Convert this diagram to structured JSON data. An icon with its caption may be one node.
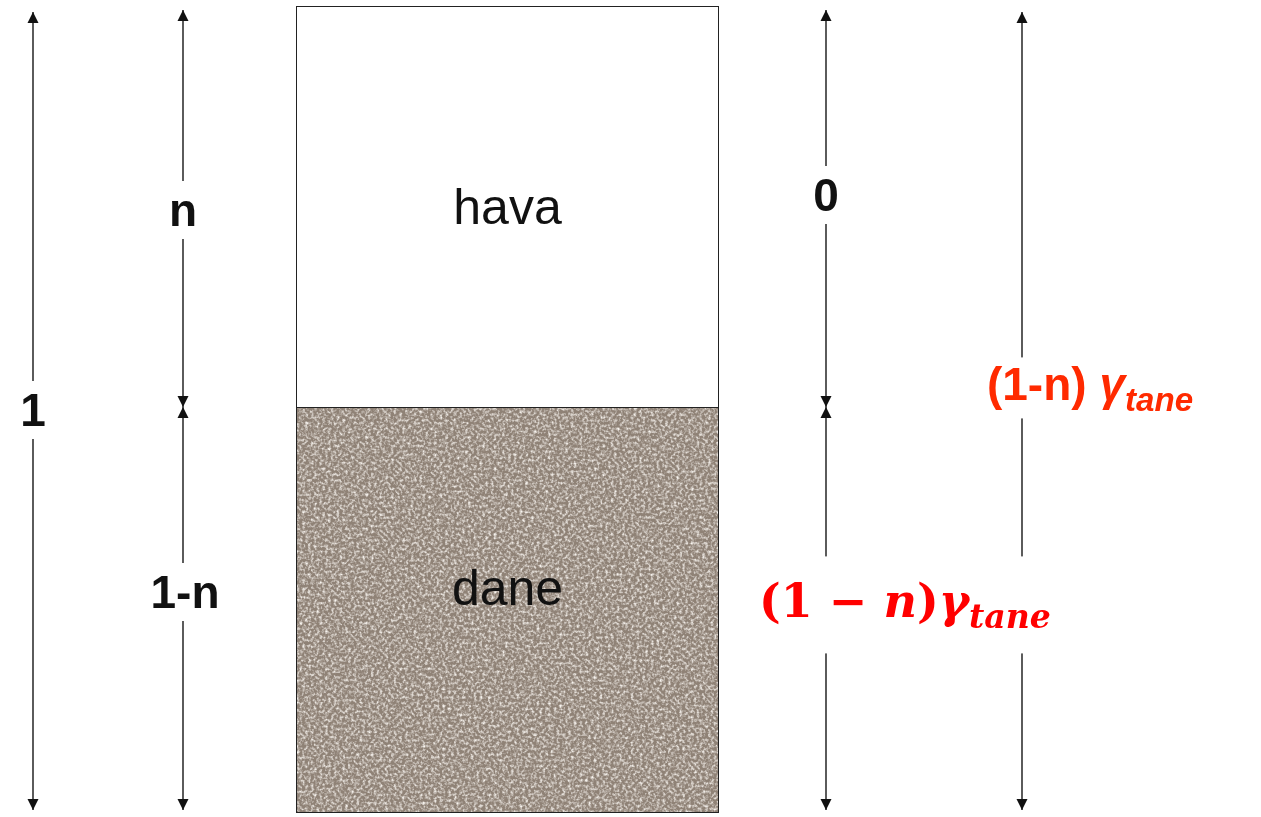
{
  "diagram": {
    "nodes": [
      {
        "text": [
          "hava"
        ]
      },
      {
        "text": [
          "dane"
        ]
      }
    ],
    "labels": [
      "n",
      "0",
      "1",
      "(1-n) *γ*$_{tane}$",
      "1-n",
      "(1 − *n*)*γ*$_{tane}$"
    ]
  }
}
